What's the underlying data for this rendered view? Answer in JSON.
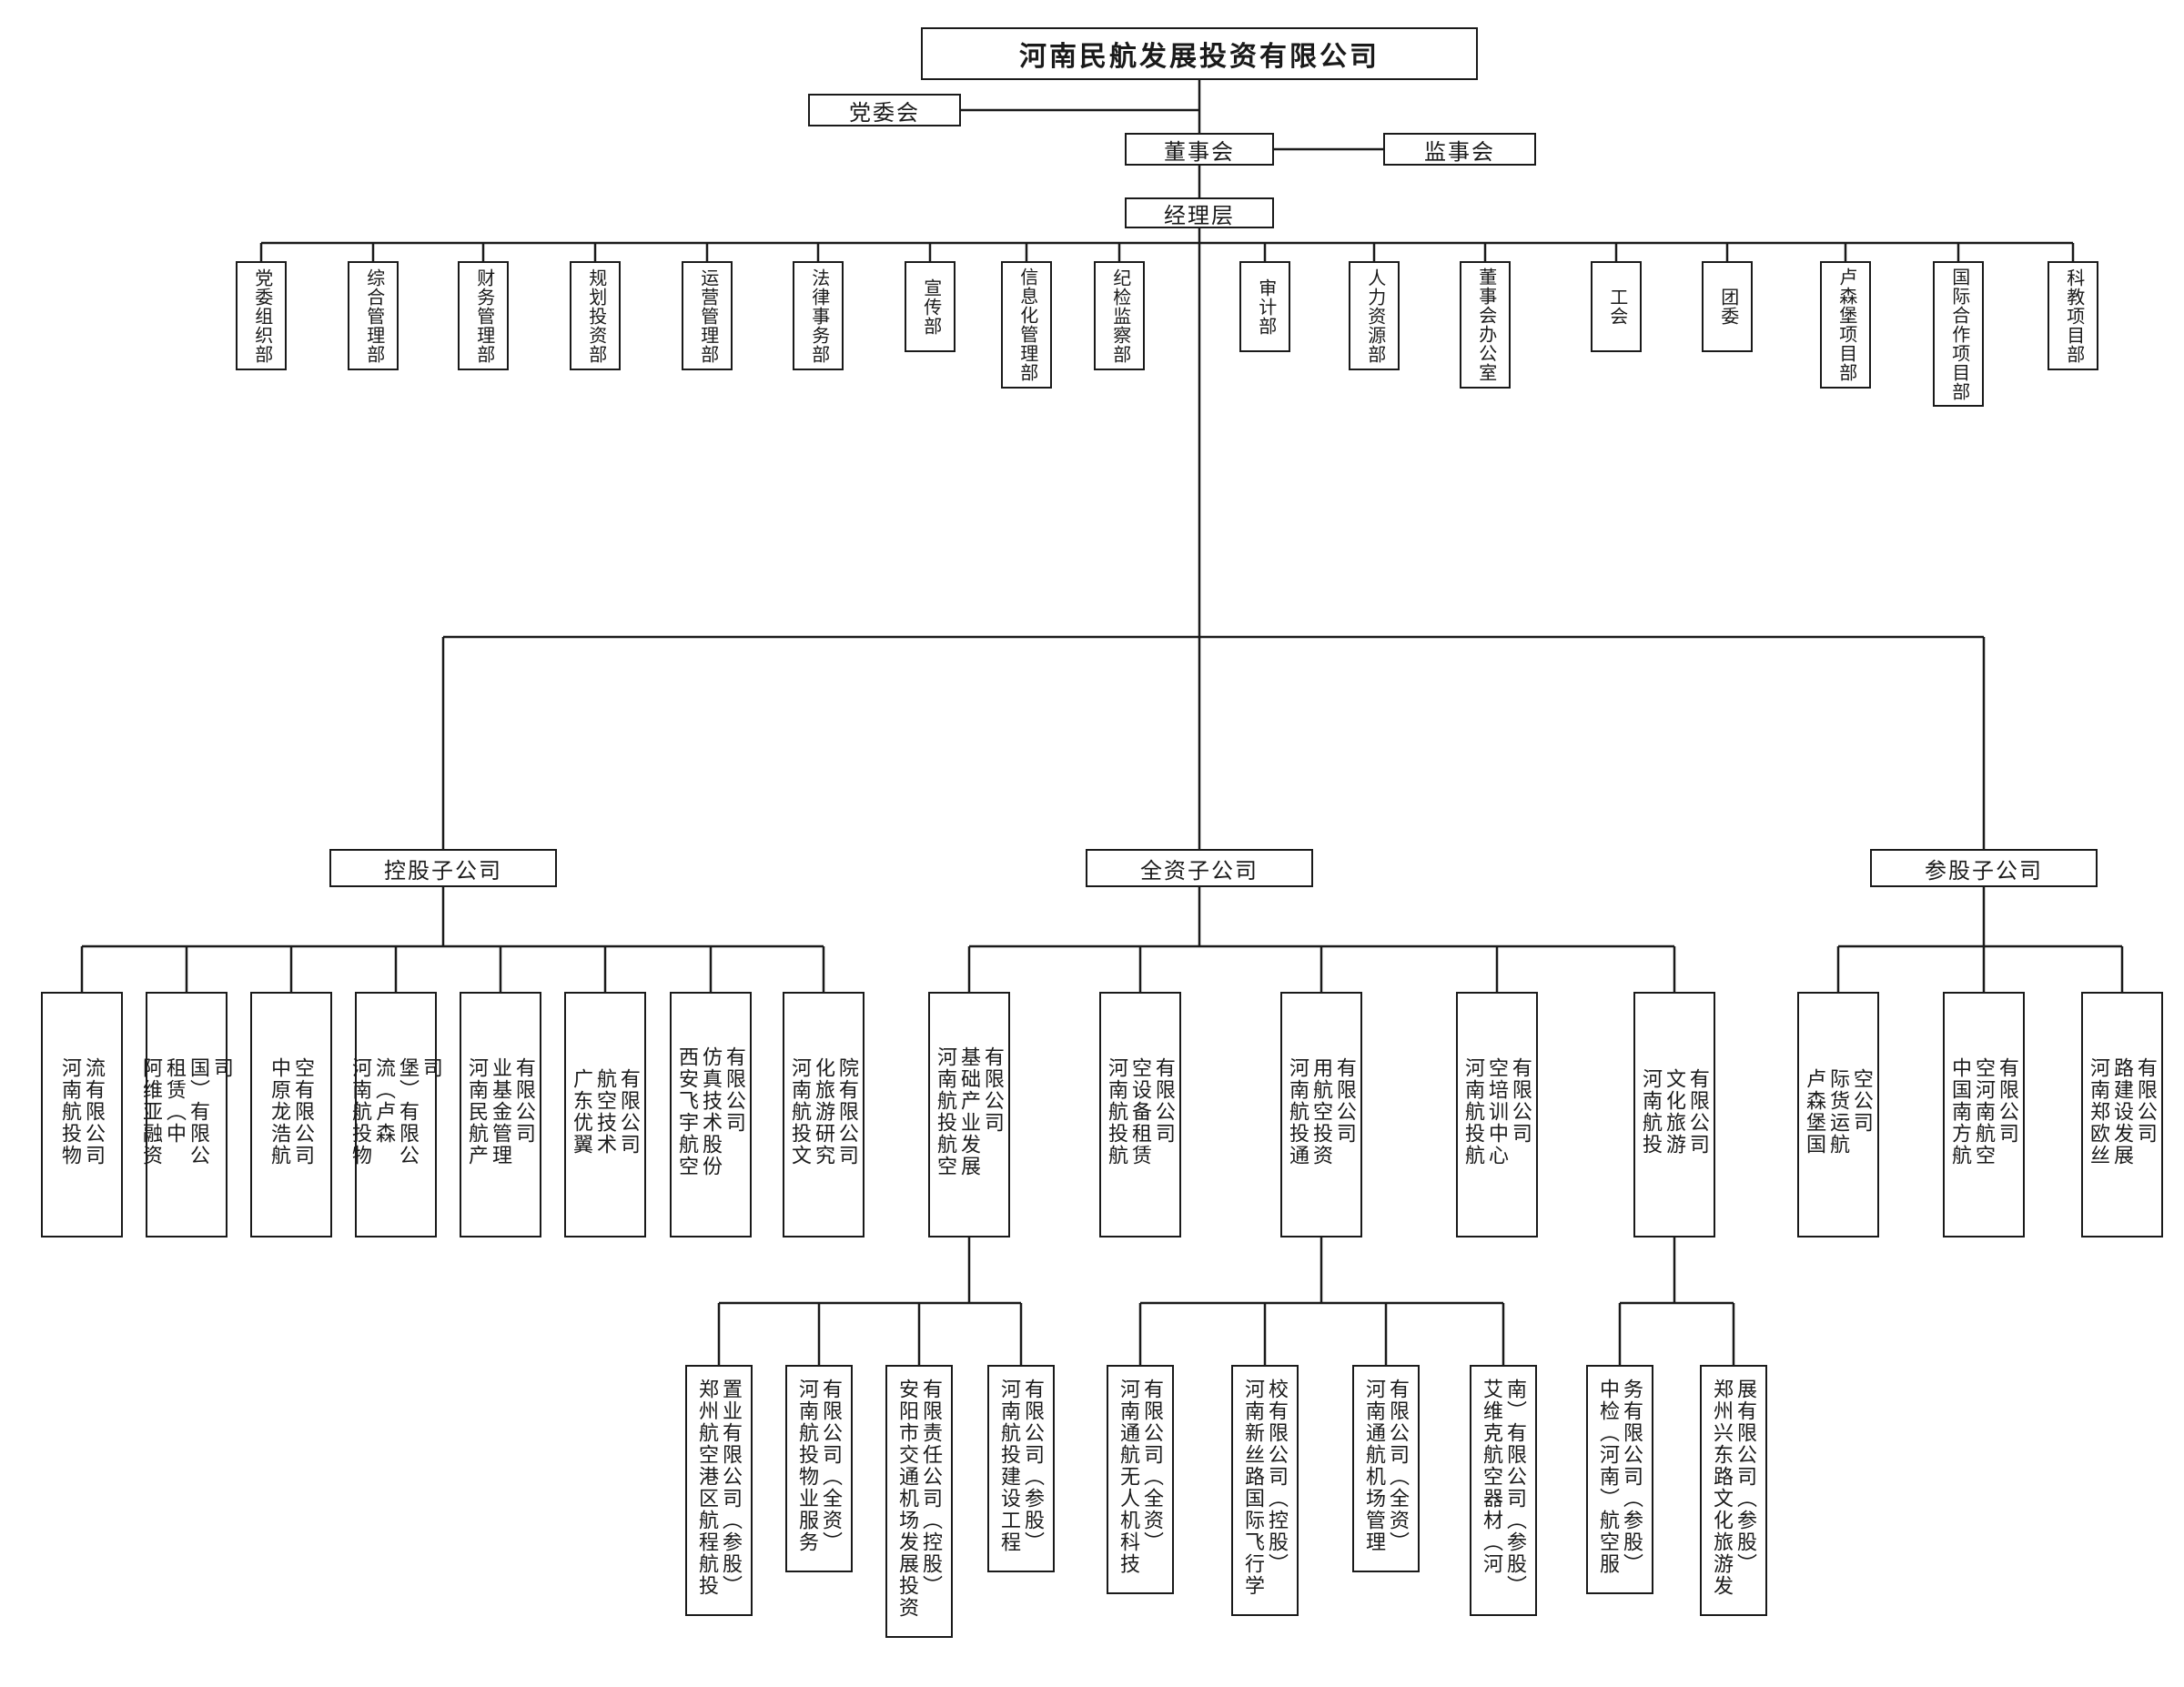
{
  "title": "河南民航发展投资有限公司",
  "governance": {
    "party_committee": "党委会",
    "board": "董事会",
    "supervisory_board": "监事会",
    "management": "经理层"
  },
  "departments": [
    "党委组织部",
    "综合管理部",
    "财务管理部",
    "规划投资部",
    "运营管理部",
    "法律事务部",
    "宣传部",
    "信息化管理部",
    "纪检监察部",
    "审计部",
    "人力资源部",
    "董事会办公室",
    "工会",
    "团委",
    "卢森堡项目部",
    "国际合作项目部",
    "科教项目部"
  ],
  "subsidiary_groups": [
    {
      "label": "控股子公司",
      "companies": [
        {
          "name": "河南航投物流有限公司"
        },
        {
          "name": "阿维亚融资租赁（中国）有限公司"
        },
        {
          "name": "中原龙浩航空有限公司"
        },
        {
          "name": "河南航投物流（卢森堡）有限公司"
        },
        {
          "name": "河南民航产业基金管理有限公司"
        },
        {
          "name": "广东优翼航空技术有限公司"
        },
        {
          "name": "西安飞宇航空仿真技术股份有限公司"
        },
        {
          "name": "河南航投文化旅游研究院有限公司"
        }
      ]
    },
    {
      "label": "全资子公司",
      "companies": [
        {
          "name": "河南航投航空基础产业发展有限公司",
          "children": [
            "郑州航空港区航程航投置业有限公司（参股）",
            "河南航投物业服务有限公司（全资）",
            "安阳市交通机场发展投资有限责任公司（控股）",
            "河南航投建设工程有限公司（参股）"
          ]
        },
        {
          "name": "河南航投航空设备租赁有限公司"
        },
        {
          "name": "河南航投通用航空投资有限公司",
          "children": [
            "河南通航无人机科技有限公司（全资）",
            "河南新丝路国际飞行学校有限公司（控股）",
            "河南通航机场管理有限公司（全资）",
            "艾维克航空器材（河南）有限公司（参股）"
          ]
        },
        {
          "name": "河南航投航空培训中心有限公司"
        },
        {
          "name": "河南航投文化旅游有限公司",
          "children": [
            "中检（河南）航空服务有限公司（参股）",
            "郑州兴东路文化旅游发展有限公司（参股）"
          ]
        }
      ]
    },
    {
      "label": "参股子公司",
      "companies": [
        {
          "name": "卢森堡国际货运航空公司"
        },
        {
          "name": "中国南方航空河南航空有限公司"
        },
        {
          "name": "河南郑欧丝路建设发展有限公司"
        }
      ]
    }
  ],
  "colors": {
    "line": "#1a1a1a",
    "text": "#1a1a1a",
    "background": "#ffffff"
  }
}
